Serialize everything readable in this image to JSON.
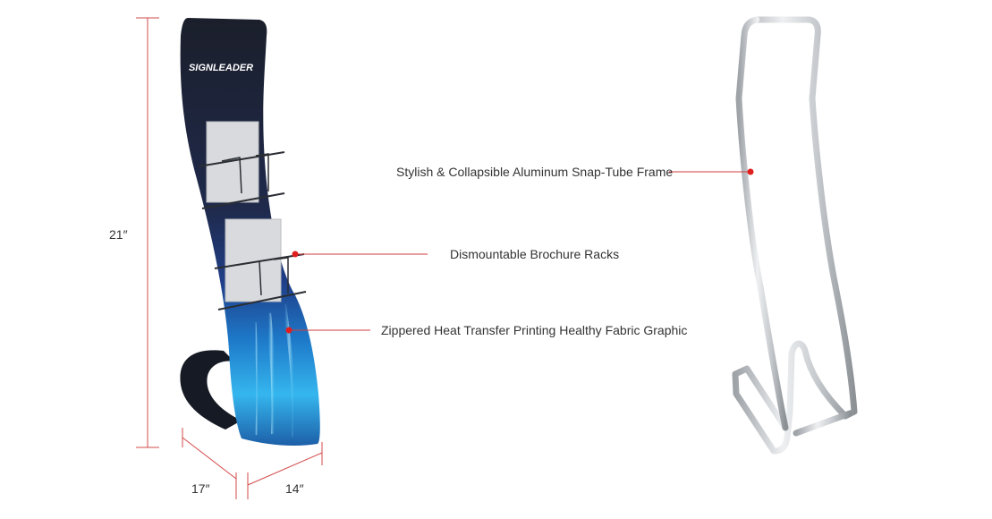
{
  "dimensions": {
    "height": "21″",
    "width_left": "17″",
    "width_right": "14″"
  },
  "callouts": {
    "frame": "Stylish & Collapsible Aluminum Snap-Tube Frame",
    "racks": "Dismountable Brochure Racks",
    "graphic": "Zippered Heat Transfer Printing Healthy Fabric Graphic"
  },
  "brand": {
    "logo_text": "SIGNLEADER"
  },
  "colors": {
    "dimension_line": "#d34a4a",
    "callout_line": "#d23c3c",
    "callout_dot": "#e01e1e",
    "fabric_dark": "#1c2236",
    "fabric_blue": "#1e8fd8",
    "frame_silver": "#c8ccd0"
  }
}
